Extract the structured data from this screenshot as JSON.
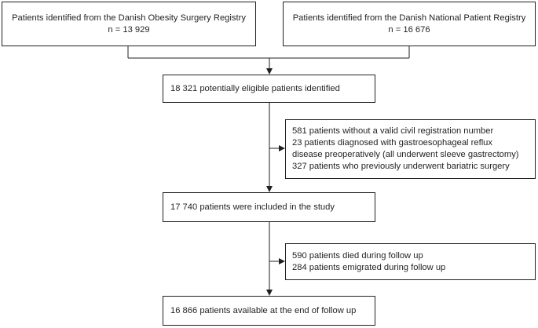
{
  "boxes": {
    "source_obesity": {
      "line1": "Patients identified from the Danish Obesity Surgery Registry",
      "line2": "n = 13 929"
    },
    "source_national": {
      "line1": "Patients identified from the Danish National Patient Registry",
      "line2": "n = 16 676"
    },
    "eligible": {
      "text": "18 321 potentially eligible patients identified"
    },
    "exclusions_1": {
      "lines": [
        "581 patients without a valid civil registration number",
        "23 patients diagnosed with gastroesophageal reflux",
        "disease preoperatively (all underwent sleeve gastrectomy)",
        "327 patients who previously underwent bariatric surgery"
      ]
    },
    "included": {
      "text": "17 740 patients were included in the study"
    },
    "exclusions_2": {
      "lines": [
        "590 patients died during follow up",
        "284 patients emigrated during follow up"
      ]
    },
    "final": {
      "text": "16 866 patients available at the end of follow up"
    }
  }
}
